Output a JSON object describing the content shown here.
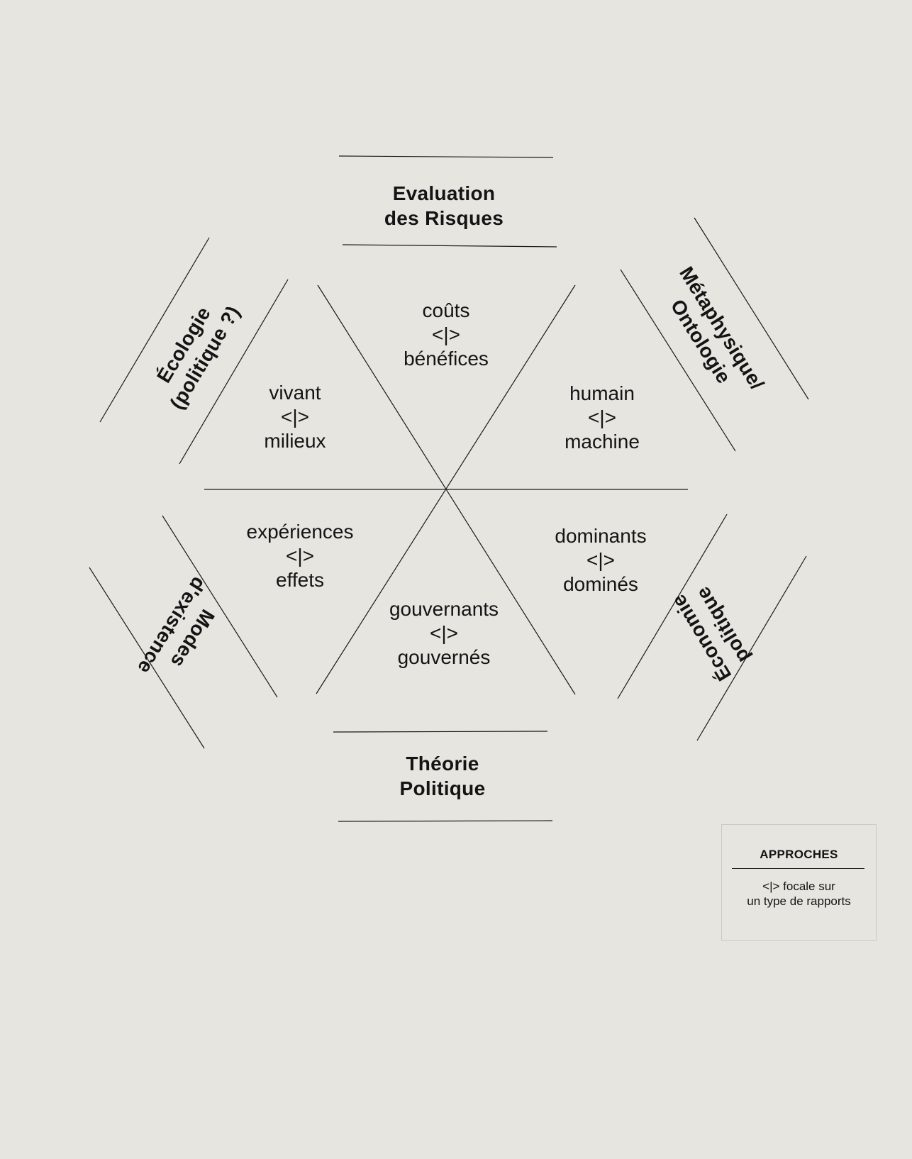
{
  "center_relations": [
    {
      "id": "top",
      "lines": [
        "coûts",
        "<|>",
        "bénéfices"
      ]
    },
    {
      "id": "upper-left",
      "lines": [
        "vivant",
        "<|>",
        "milieux"
      ]
    },
    {
      "id": "upper-right",
      "lines": [
        "humain",
        "<|>",
        "machine"
      ]
    },
    {
      "id": "lower-left",
      "lines": [
        "expériences",
        "<|>",
        "effets"
      ]
    },
    {
      "id": "lower-right",
      "lines": [
        "dominants",
        "<|>",
        "dominés"
      ]
    },
    {
      "id": "bottom",
      "lines": [
        "gouvernants",
        "<|>",
        "gouvernés"
      ]
    }
  ],
  "approaches": [
    {
      "id": "top",
      "lines": [
        "Evaluation",
        "des Risques"
      ]
    },
    {
      "id": "upper-left",
      "lines": [
        "Écologie",
        "(politique ?)"
      ]
    },
    {
      "id": "upper-right",
      "lines": [
        "Métaphysique/",
        "Ontologie"
      ]
    },
    {
      "id": "lower-left",
      "lines": [
        "Modes",
        "d'existence"
      ]
    },
    {
      "id": "lower-right",
      "lines": [
        "Économie",
        "politique"
      ]
    },
    {
      "id": "bottom",
      "lines": [
        "Théorie",
        "Politique"
      ]
    }
  ],
  "legend": {
    "title": "APPROCHES",
    "lines": [
      "<|> focale sur",
      "un type de rapports"
    ]
  }
}
